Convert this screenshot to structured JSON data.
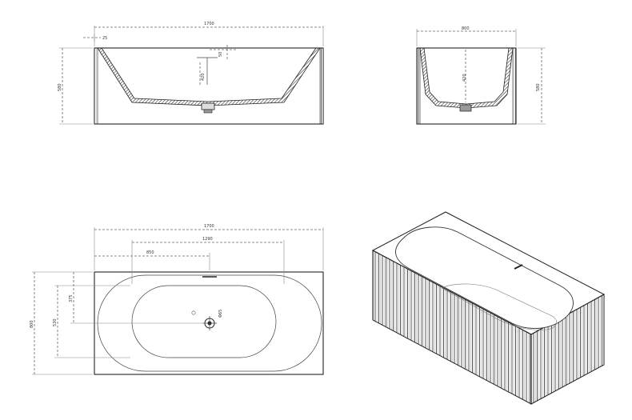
{
  "front_view": {
    "width_label": "1700",
    "height_label": "580",
    "rim_label": "25",
    "overflow_label": "50",
    "depth_label": "420"
  },
  "side_view": {
    "width_label": "800",
    "depth_label": "420",
    "height_label": "580"
  },
  "top_view": {
    "overall_width_label": "1700",
    "inner_width_label": "1290",
    "drain_offset_label": "850",
    "overall_depth_label": "800",
    "inner_depth_label": "530",
    "drain_depth_label": "375",
    "drain_label": "Φ65"
  },
  "colors": {
    "line": "#222222",
    "dim": "#666666"
  }
}
